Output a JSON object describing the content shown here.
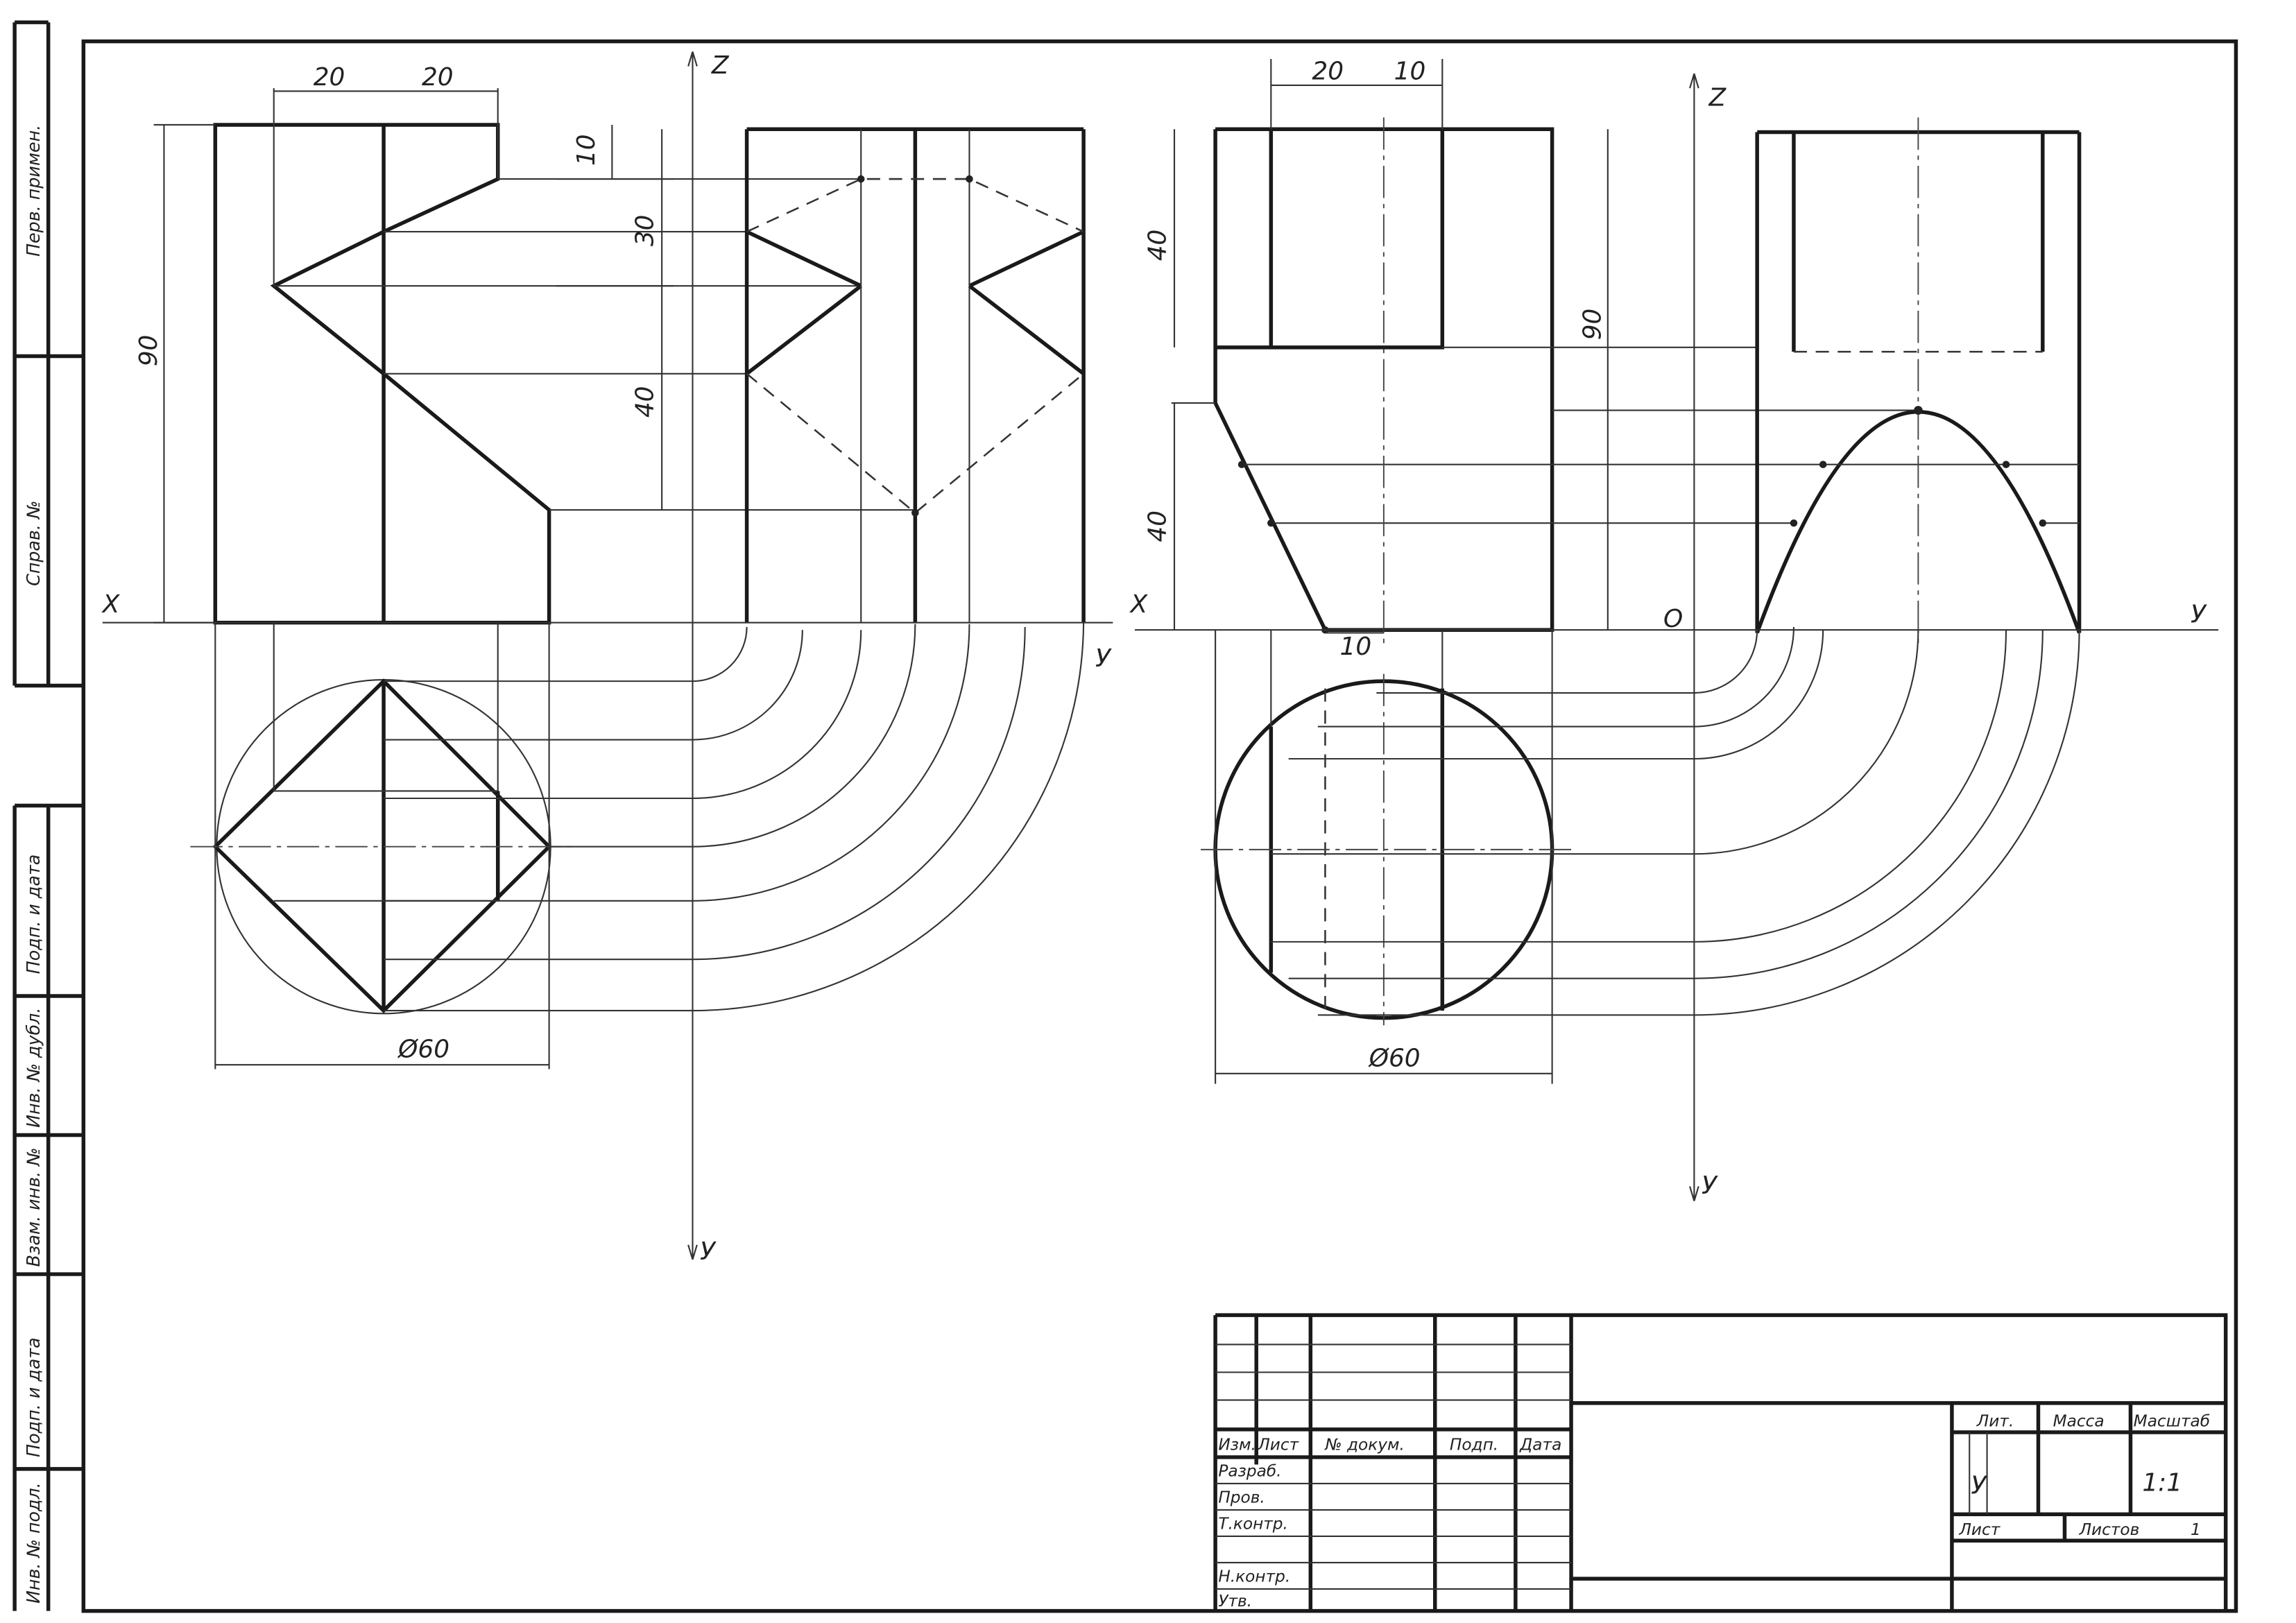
{
  "side_strip": [
    "Перв. примен.",
    "Справ. №",
    "Подп. и дата",
    "Инв. № дубл.",
    "Взам. инв. №",
    "Подп. и дата",
    "Инв. № подл."
  ],
  "view1": {
    "dim_top_a": "20",
    "dim_top_b": "20",
    "dim_height": "90",
    "dim_10": "10",
    "dim_30": "30",
    "dim_40": "40",
    "dim_diameter": "Ø60",
    "axis_z": "Z",
    "axis_x": "X",
    "axis_y_right": "У",
    "axis_y_down": "У"
  },
  "view2": {
    "dim_top_a": "20",
    "dim_top_b": "10",
    "dim_40_upper": "40",
    "dim_40_lower": "40",
    "dim_height": "90",
    "dim_10": "10",
    "dim_diameter": "Ø60",
    "axis_z": "Z",
    "axis_x": "X",
    "origin": "O",
    "axis_y_right": "У",
    "axis_y_down": "У"
  },
  "title_block": {
    "headers": [
      "Изм.",
      "Лист",
      "№ докум.",
      "Подп.",
      "Дата"
    ],
    "rows": [
      "Разраб.",
      "Пров.",
      "Т.контр.",
      "Н.контр.",
      "Утв."
    ],
    "lit_label": "Лит.",
    "mass_label": "Масса",
    "scale_label": "Масштаб",
    "lit_value": "У",
    "scale_value": "1:1",
    "sheet_label": "Лист",
    "sheets_label": "Листов",
    "sheets_value": "1"
  }
}
